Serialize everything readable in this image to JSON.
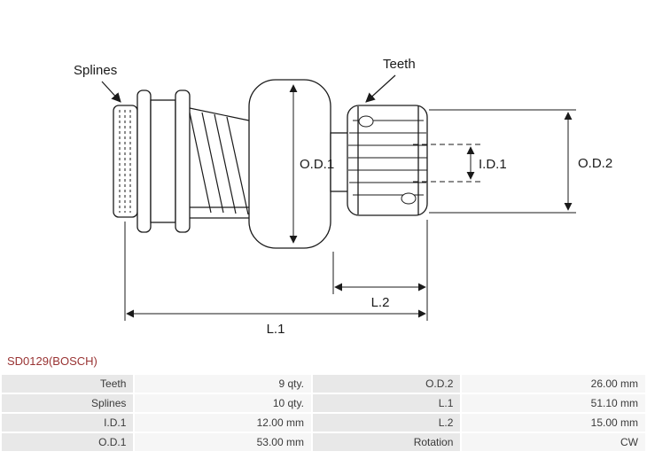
{
  "title": "SD0129(BOSCH)",
  "diagram": {
    "labels": {
      "splines": "Splines",
      "teeth": "Teeth",
      "od1": "O.D.1",
      "id1": "I.D.1",
      "od2": "O.D.2",
      "l2": "L.2",
      "l1": "L.1"
    }
  },
  "specs": {
    "rows": [
      {
        "label1": "Teeth",
        "value1": "9 qty.",
        "label2": "O.D.2",
        "value2": "26.00 mm"
      },
      {
        "label1": "Splines",
        "value1": "10 qty.",
        "label2": "L.1",
        "value2": "51.10 mm"
      },
      {
        "label1": "I.D.1",
        "value1": "12.00 mm",
        "label2": "L.2",
        "value2": "15.00 mm"
      },
      {
        "label1": "O.D.1",
        "value1": "53.00 mm",
        "label2": "Rotation",
        "value2": "CW"
      }
    ]
  },
  "colors": {
    "title_text": "#993333",
    "diagram_line": "#1a1a1a",
    "label_cell_bg": "#e8e8e8",
    "value_cell_bg": "#f6f6f6"
  }
}
